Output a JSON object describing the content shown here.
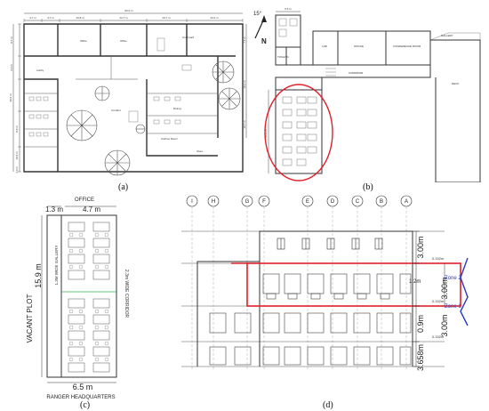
{
  "captions": {
    "a": "(a)",
    "b": "(b)",
    "c": "(c)",
    "d": "(d)"
  },
  "panel_a": {
    "top_total": "60.0 m",
    "top_dims": [
      "4.7 m",
      "4.7 m",
      "10.8 m",
      "12.7 m",
      "10.7 m",
      "14.2 m"
    ],
    "left_dims": [
      "8.7 m",
      "6.0 m",
      "40.6 m",
      "8.8 m",
      "18.8 m",
      "4.0 m"
    ],
    "right_dims": [
      "7.4 m",
      "19.2 m",
      "10.7 m"
    ],
    "rooms": [
      "Corridor",
      "Office",
      "Office",
      "Lobby",
      "Dining",
      "Archive Room",
      "Store",
      "Courtyard"
    ]
  },
  "panel_b": {
    "north_angle": "15°",
    "north_label": "N",
    "width_dim": "6.5 m",
    "height_dim": "15.9 m",
    "rooms": [
      "CORRIDOR",
      "LAB",
      "OFFICE",
      "TOILETS",
      "CONFERENCE ROOM",
      "GALLERY",
      "DECK"
    ]
  },
  "panel_c": {
    "office_label": "OFFICE",
    "dim_13": "1.3 m",
    "dim_47": "4.7 m",
    "dim_159": "15.9 m",
    "dim_65": "6.5 m",
    "vacant": "VACANT PLOT",
    "gallery": "1.3M WIDE GALLERY",
    "corridor": "2.3m WIDE CORRIDOR",
    "ranger": "RANGER HEADQUARTERS"
  },
  "panel_d": {
    "grid_labels": [
      "I",
      "H",
      "G",
      "F",
      "E",
      "D",
      "C",
      "B",
      "A"
    ],
    "dim_top": "3.00m",
    "dim_mid": "3.00m",
    "dim_low": "3.00m",
    "dim_bottom": "3.658m",
    "dim_12": "1.2m",
    "dim_09": "0.9m",
    "dim_0152a": "0.152m",
    "dim_0152b": "0.152m",
    "dim_0152c": "0.152m",
    "zone2": "Zone 2",
    "zone1": "Zone 1",
    "zone_color": "#2a3bbf",
    "highlight_color": "#e0202a"
  }
}
